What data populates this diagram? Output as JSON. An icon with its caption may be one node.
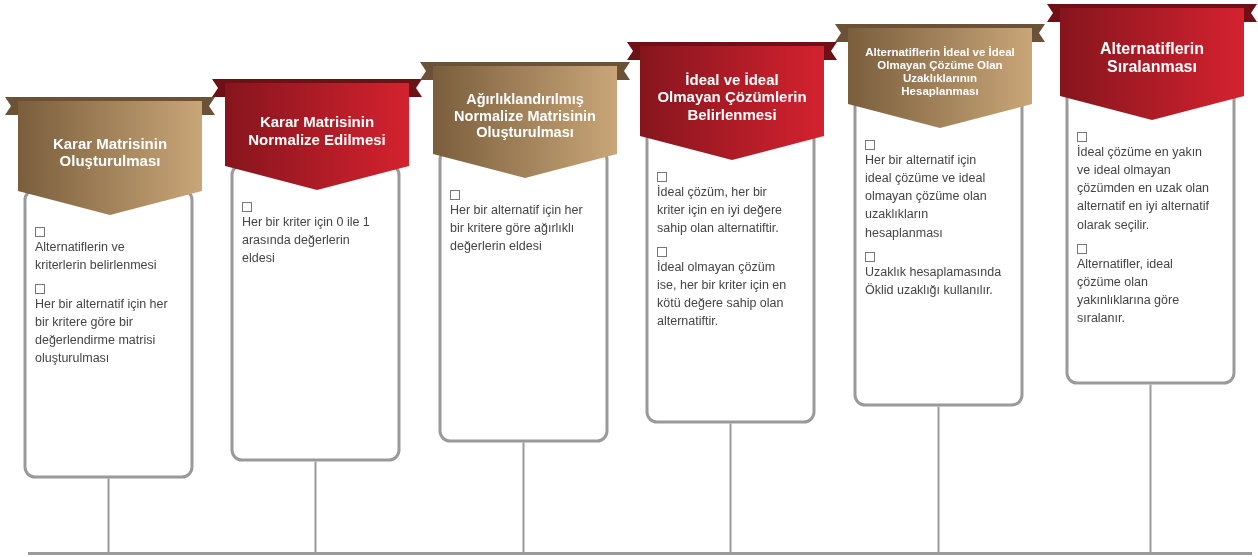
{
  "diagram": {
    "nodes": [
      {
        "text": [
          "Karar Matrisinin Oluşturulması",
          "Alternatiflerin ve kriterlerin belirlenmesi",
          "Her bir alternatif için her bir kritere göre bir değerlendirme matrisi oluşturulması"
        ]
      },
      {
        "text": [
          "Karar Matrisinin Normalize Edilmesi",
          "Her bir kriter için 0 ile 1 arasında değerlerin eldesi"
        ]
      },
      {
        "text": [
          "Ağırlıklandırılmış Normalize Matrisinin Oluşturulması",
          "Her bir alternatif için her bir kritere göre ağırlıklı değerlerin eldesi"
        ]
      },
      {
        "text": [
          "İdeal ve İdeal Olmayan Çözümlerin Belirlenmesi",
          "İdeal çözüm, her bir kriter için en iyi değere sahip olan alternatiftir.",
          "İdeal olmayan çözüm ise, her bir kriter için en kötü değere sahip olan alternatiftir."
        ]
      },
      {
        "text": [
          "Alternatiflerin İdeal ve İdeal Olmayan Çözüme Olan Uzaklıklarının Hesaplanması",
          "Her bir alternatif için ideal çözüme ve ideal olmayan çözüme olan uzaklıkların hesaplanması",
          "Uzaklık hesaplamasında Öklid uzaklığı kullanılır."
        ]
      },
      {
        "text": [
          "Alternatiflerin Sıralanması",
          "İdeal çözüme en yakın ve ideal olmayan çözümden en uzak olan alternatif en iyi alternatif olarak seçilir.",
          "Alternatifler, ideal çözüme olan yakınlıklarına göre sıralanır."
        ]
      },
      {
        "text": [],
        "shape": "bar"
      }
    ],
    "edges": [
      {
        "from": 0,
        "to": 6,
        "arrow": "none"
      },
      {
        "from": 1,
        "to": 6,
        "arrow": "none"
      },
      {
        "from": 2,
        "to": 6,
        "arrow": "none"
      },
      {
        "from": 3,
        "to": 6,
        "arrow": "none"
      },
      {
        "from": 4,
        "to": 6,
        "arrow": "none"
      },
      {
        "from": 5,
        "to": 6,
        "arrow": "none"
      }
    ]
  }
}
